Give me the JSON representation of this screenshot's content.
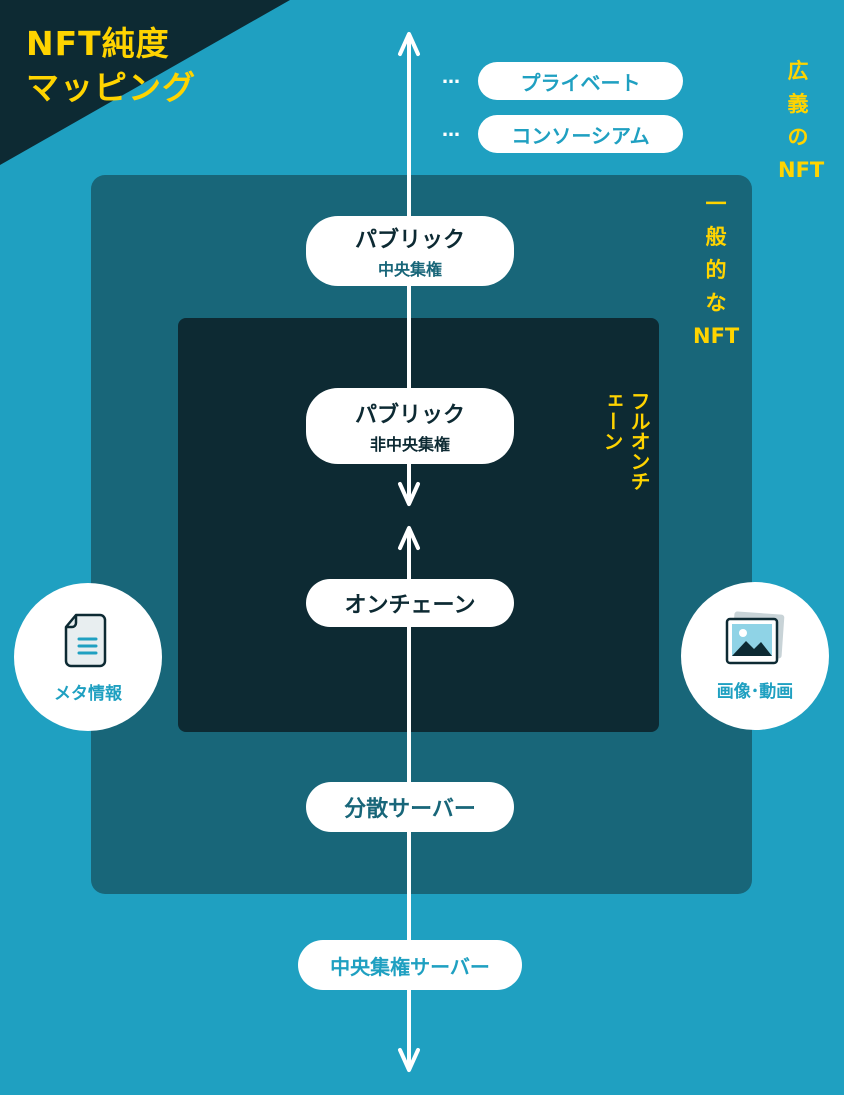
{
  "title": "NFT純度\nマッピング",
  "labels": {
    "broad": [
      "広",
      "義",
      "の",
      "NFT"
    ],
    "general": [
      "一",
      "般",
      "的",
      "な",
      "NFT"
    ],
    "fullchain": "フルオンチェーン"
  },
  "pills": {
    "private": "プライベート",
    "consortium": "コンソーシアム",
    "dots": "…",
    "public_central": {
      "main": "パブリック",
      "sub": "中央集権"
    },
    "public_decentral": {
      "main": "パブリック",
      "sub": "非中央集権"
    },
    "onchain": "オンチェーン",
    "distributed": "分散サーバー",
    "central_server": "中央集権サーバー"
  },
  "circles": {
    "meta": {
      "label": "メタ情報",
      "icon": "document-icon"
    },
    "media": {
      "label": "画像･動画",
      "icon": "image-icon"
    }
  },
  "colors": {
    "background": "#1fa0c1",
    "general_box": "#186679",
    "fullchain_box": "#0d2a33",
    "accent": "#ffd400"
  }
}
